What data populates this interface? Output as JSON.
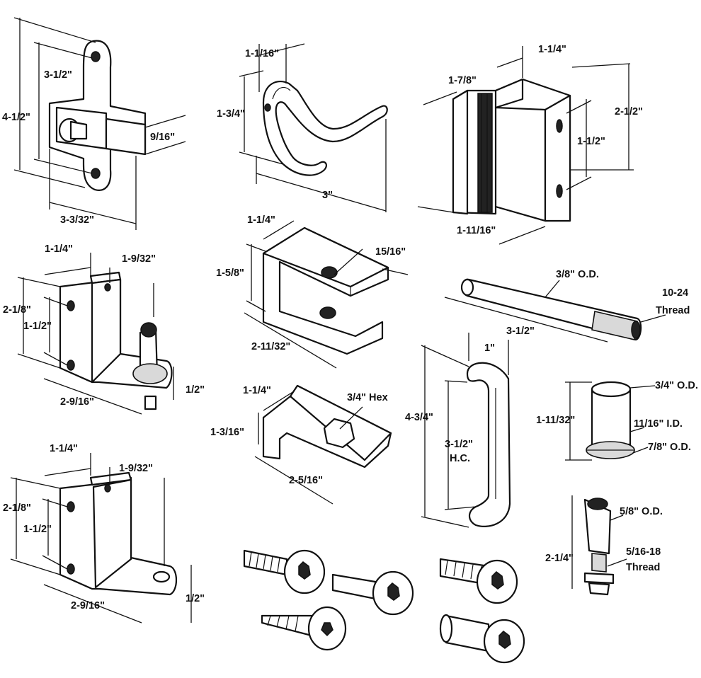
{
  "labels": {
    "latch_height": "4-1/2\"",
    "latch_hole_spacing": "3-1/2\"",
    "latch_width": "3-3/32\"",
    "latch_bolt": "9/16\"",
    "hook_width": "1-1/16\"",
    "hook_height": "1-3/4\"",
    "hook_length": "3\"",
    "strike_depth": "1-1/4\"",
    "strike_front": "1-7/8\"",
    "strike_height": "2-1/2\"",
    "strike_hole_spacing": "1-1/2\"",
    "strike_width": "1-11/16\"",
    "keeper_width": "1-1/4\"",
    "keeper_height": "1-5/8\"",
    "keeper_hole": "15/16\"",
    "keeper_length": "2-11/32\"",
    "top_hinge_width": "1-1/4\"",
    "top_hinge_pin": "1-9/32\"",
    "top_hinge_height": "2-1/8\"",
    "top_hinge_holes": "1-1/2\"",
    "top_hinge_depth": "2-9/16\"",
    "top_hinge_thickness": "1/2\"",
    "hex_keeper_width": "1-1/4\"",
    "hex_size": "3/4\" Hex",
    "hex_keeper_height": "1-3/16\"",
    "hex_keeper_length": "2-5/16\"",
    "pin_od": "3/8\" O.D.",
    "pin_thread_1": "10-24",
    "pin_thread_2": "Thread",
    "pin_length": "3-1/2\"",
    "handle_width": "1\"",
    "handle_length": "4-3/4\"",
    "handle_hc_1": "3-1/2\"",
    "handle_hc_2": "H.C.",
    "bushing_od": "3/4\" O.D.",
    "bushing_height": "1-11/32\"",
    "bushing_id": "11/16\" I.D.",
    "bushing_flange": "7/8\" O.D.",
    "bottom_hinge_width": "1-1/4\"",
    "bottom_hinge_pin": "1-9/32\"",
    "bottom_hinge_height": "2-1/8\"",
    "bottom_hinge_holes": "1-1/2\"",
    "bottom_hinge_depth": "2-9/16\"",
    "bottom_hinge_thickness": "1/2\"",
    "cam_od": "5/8\" O.D.",
    "cam_length": "2-1/4\"",
    "cam_thread_1": "5/16-18",
    "cam_thread_2": "Thread"
  }
}
